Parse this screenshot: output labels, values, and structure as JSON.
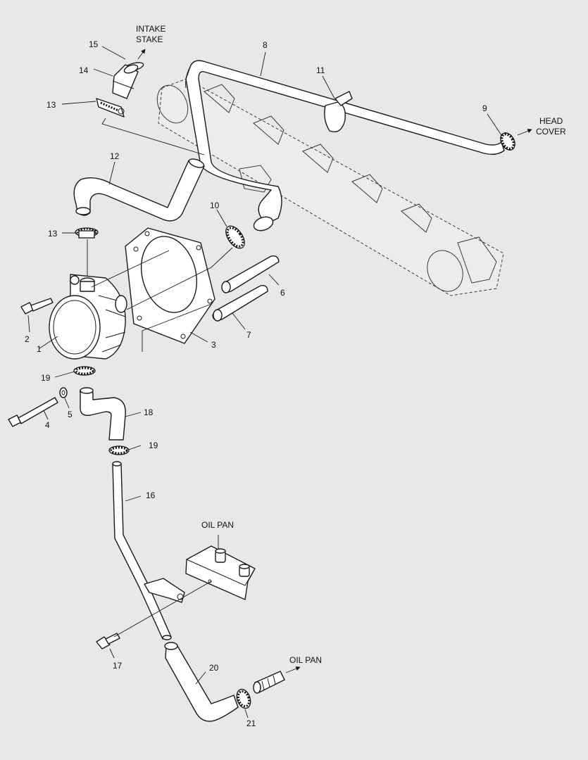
{
  "diagram": {
    "callouts": [
      "1",
      "2",
      "3",
      "4",
      "5",
      "6",
      "7",
      "8",
      "9",
      "10",
      "11",
      "12",
      "13",
      "13",
      "14",
      "15",
      "16",
      "17",
      "18",
      "19",
      "19",
      "20",
      "21"
    ],
    "notes": {
      "intake_stake_line1": "INTAKE",
      "intake_stake_line2": "STAKE",
      "head_cover_line1": "HEAD",
      "head_cover_line2": "COVER",
      "oil_pan_upper": "OIL PAN",
      "oil_pan_lower": "OIL PAN"
    },
    "colors": {
      "background": "#e8e8e8",
      "line": "#1a1a1a",
      "part_fill": "#ffffff"
    }
  }
}
